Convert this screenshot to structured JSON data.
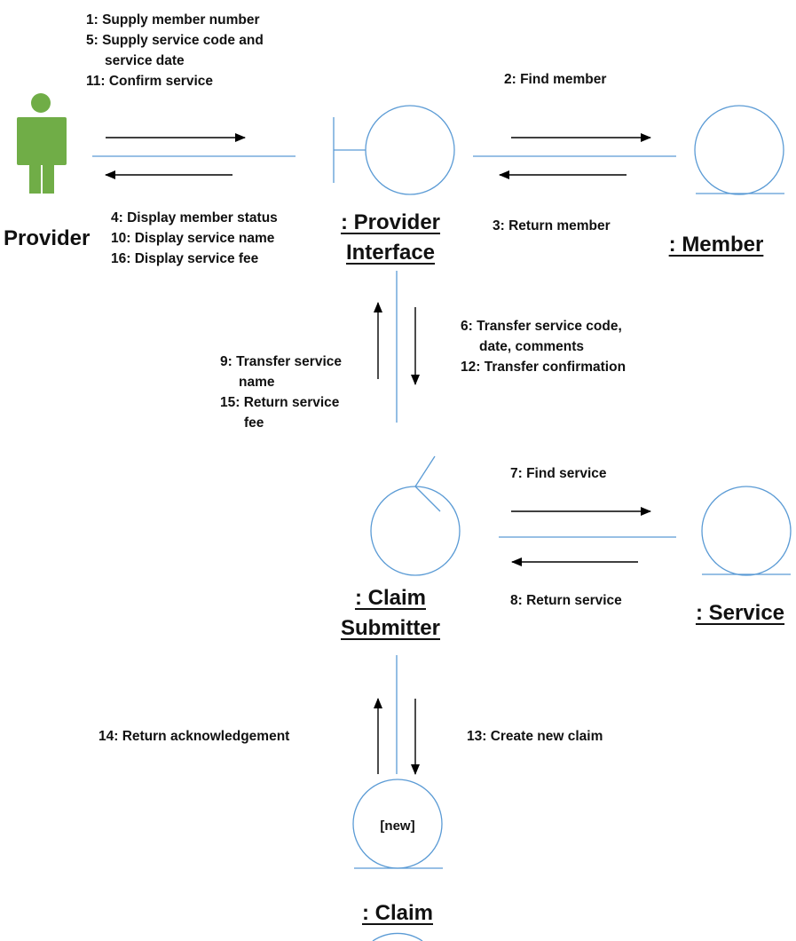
{
  "diagram": {
    "colors": {
      "connector": "#5b9bd5",
      "actor": "#70ad47",
      "arrow": "#000000",
      "text": "#111111"
    },
    "actor": {
      "name": "Provider",
      "icon": "person-actor-icon"
    },
    "objects": {
      "provider_interface": {
        "line1": ": Provider",
        "line2": "Interface",
        "shape": "boundary-icon"
      },
      "member": {
        "label": ": Member",
        "shape": "entity-icon"
      },
      "claim_submitter": {
        "line1": ": Claim",
        "line2": "Submitter",
        "shape": "control-icon"
      },
      "service": {
        "label": ": Service",
        "shape": "entity-icon"
      },
      "claim": {
        "label": ": Claim",
        "inner": "[new]",
        "shape": "entity-icon"
      }
    },
    "messages": {
      "provider_to_interface": [
        "1: Supply member number",
        "5: Supply service code and",
        "service date",
        "11: Confirm service"
      ],
      "interface_to_provider": [
        "4: Display member status",
        "10: Display service name",
        "16: Display service fee"
      ],
      "find_member": "2: Find member",
      "return_member": "3: Return member",
      "interface_to_submitter": [
        "6: Transfer service code,",
        "date, comments",
        "12: Transfer confirmation"
      ],
      "submitter_to_interface": [
        "9: Transfer service",
        "name",
        "15: Return service",
        "fee"
      ],
      "find_service": "7: Find service",
      "return_service": "8: Return service",
      "create_claim": "13: Create new claim",
      "return_ack": "14: Return acknowledgement"
    }
  }
}
